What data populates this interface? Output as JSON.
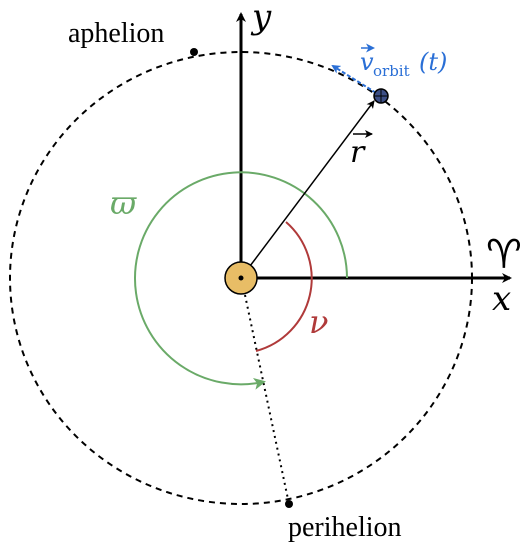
{
  "labels": {
    "aphelion": "aphelion",
    "perihelion": "perihelion",
    "y_axis": "y",
    "x_axis": "x",
    "vernal_equinox": "♈",
    "radius_vector": "r",
    "varpi": "ϖ",
    "nu": "ν",
    "velocity": "v",
    "velocity_subscript": "orbit",
    "velocity_arg": "(t)"
  },
  "colors": {
    "orbit": "#000000",
    "sun_fill": "#e8bd66",
    "varpi_arc": "#6aaa68",
    "nu_arc": "#b03a3a",
    "velocity": "#2a6fd6",
    "planet_fill": "#3d4f86"
  }
}
